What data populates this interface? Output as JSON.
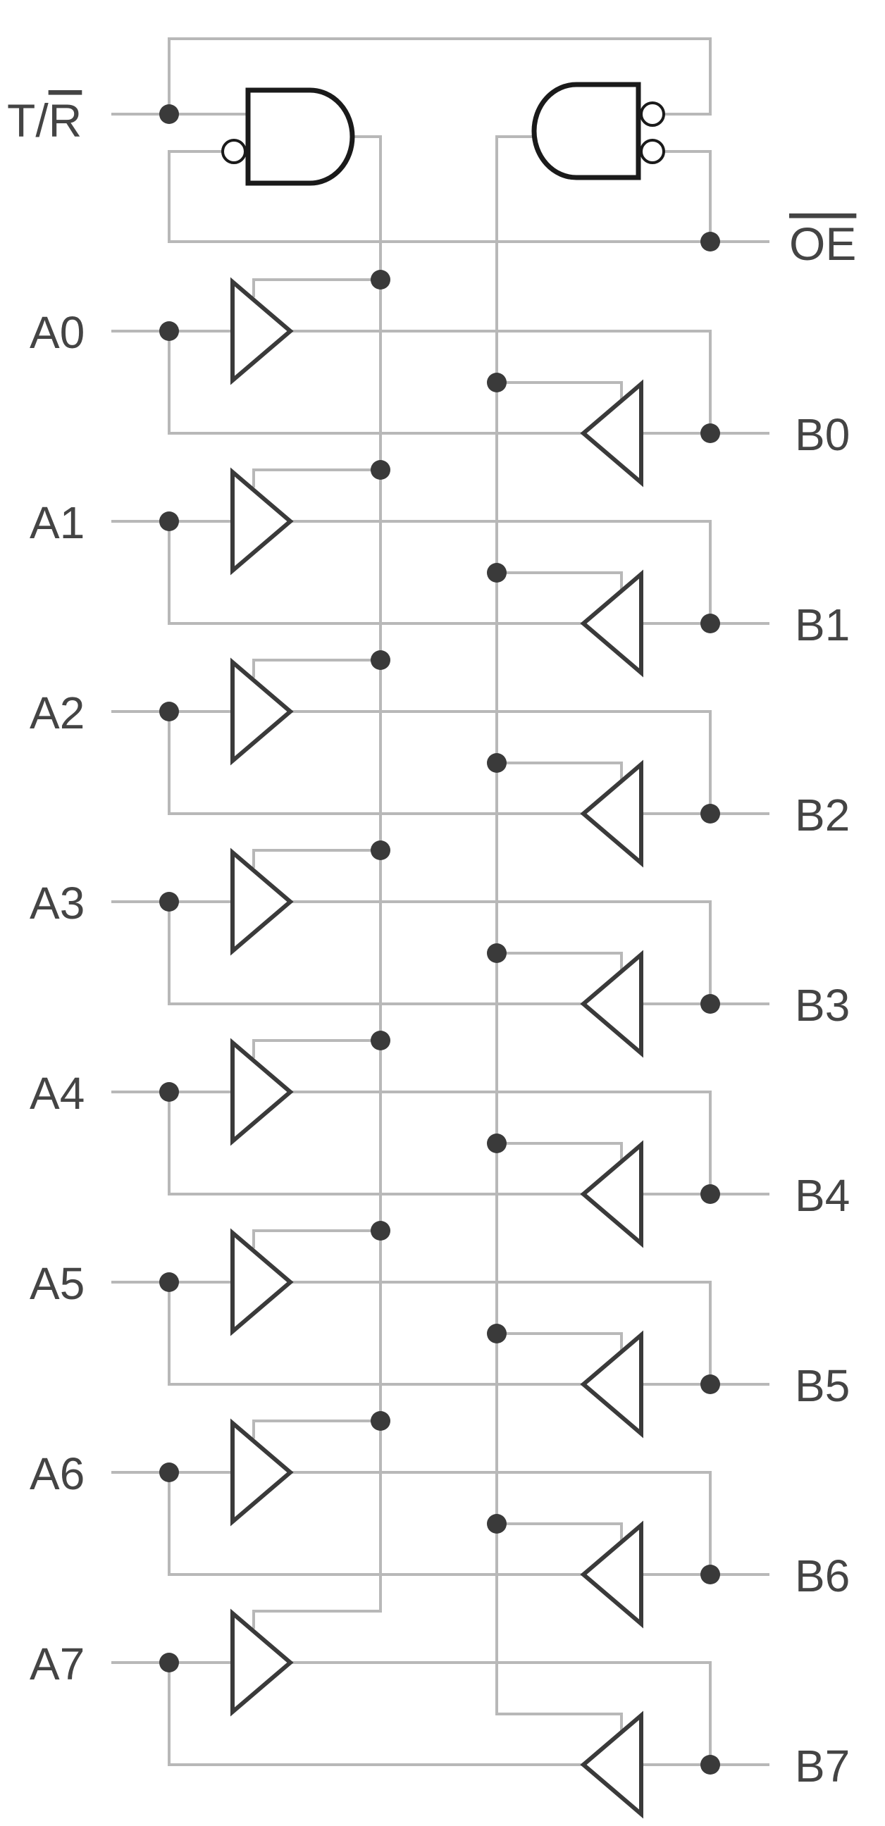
{
  "labels": {
    "tr_pre": "T/",
    "tr_bar": "R",
    "oe": "OE",
    "a_pins": [
      "A0",
      "A1",
      "A2",
      "A3",
      "A4",
      "A5",
      "A6",
      "A7"
    ],
    "b_pins": [
      "B0",
      "B1",
      "B2",
      "B3",
      "B4",
      "B5",
      "B6",
      "B7"
    ]
  },
  "colors": {
    "wire": "#b8b8b8",
    "symbol": "#3a3a3a",
    "dot": "#3a3a3a",
    "gate_outline": "#1a1a1a",
    "text": "#444444"
  }
}
